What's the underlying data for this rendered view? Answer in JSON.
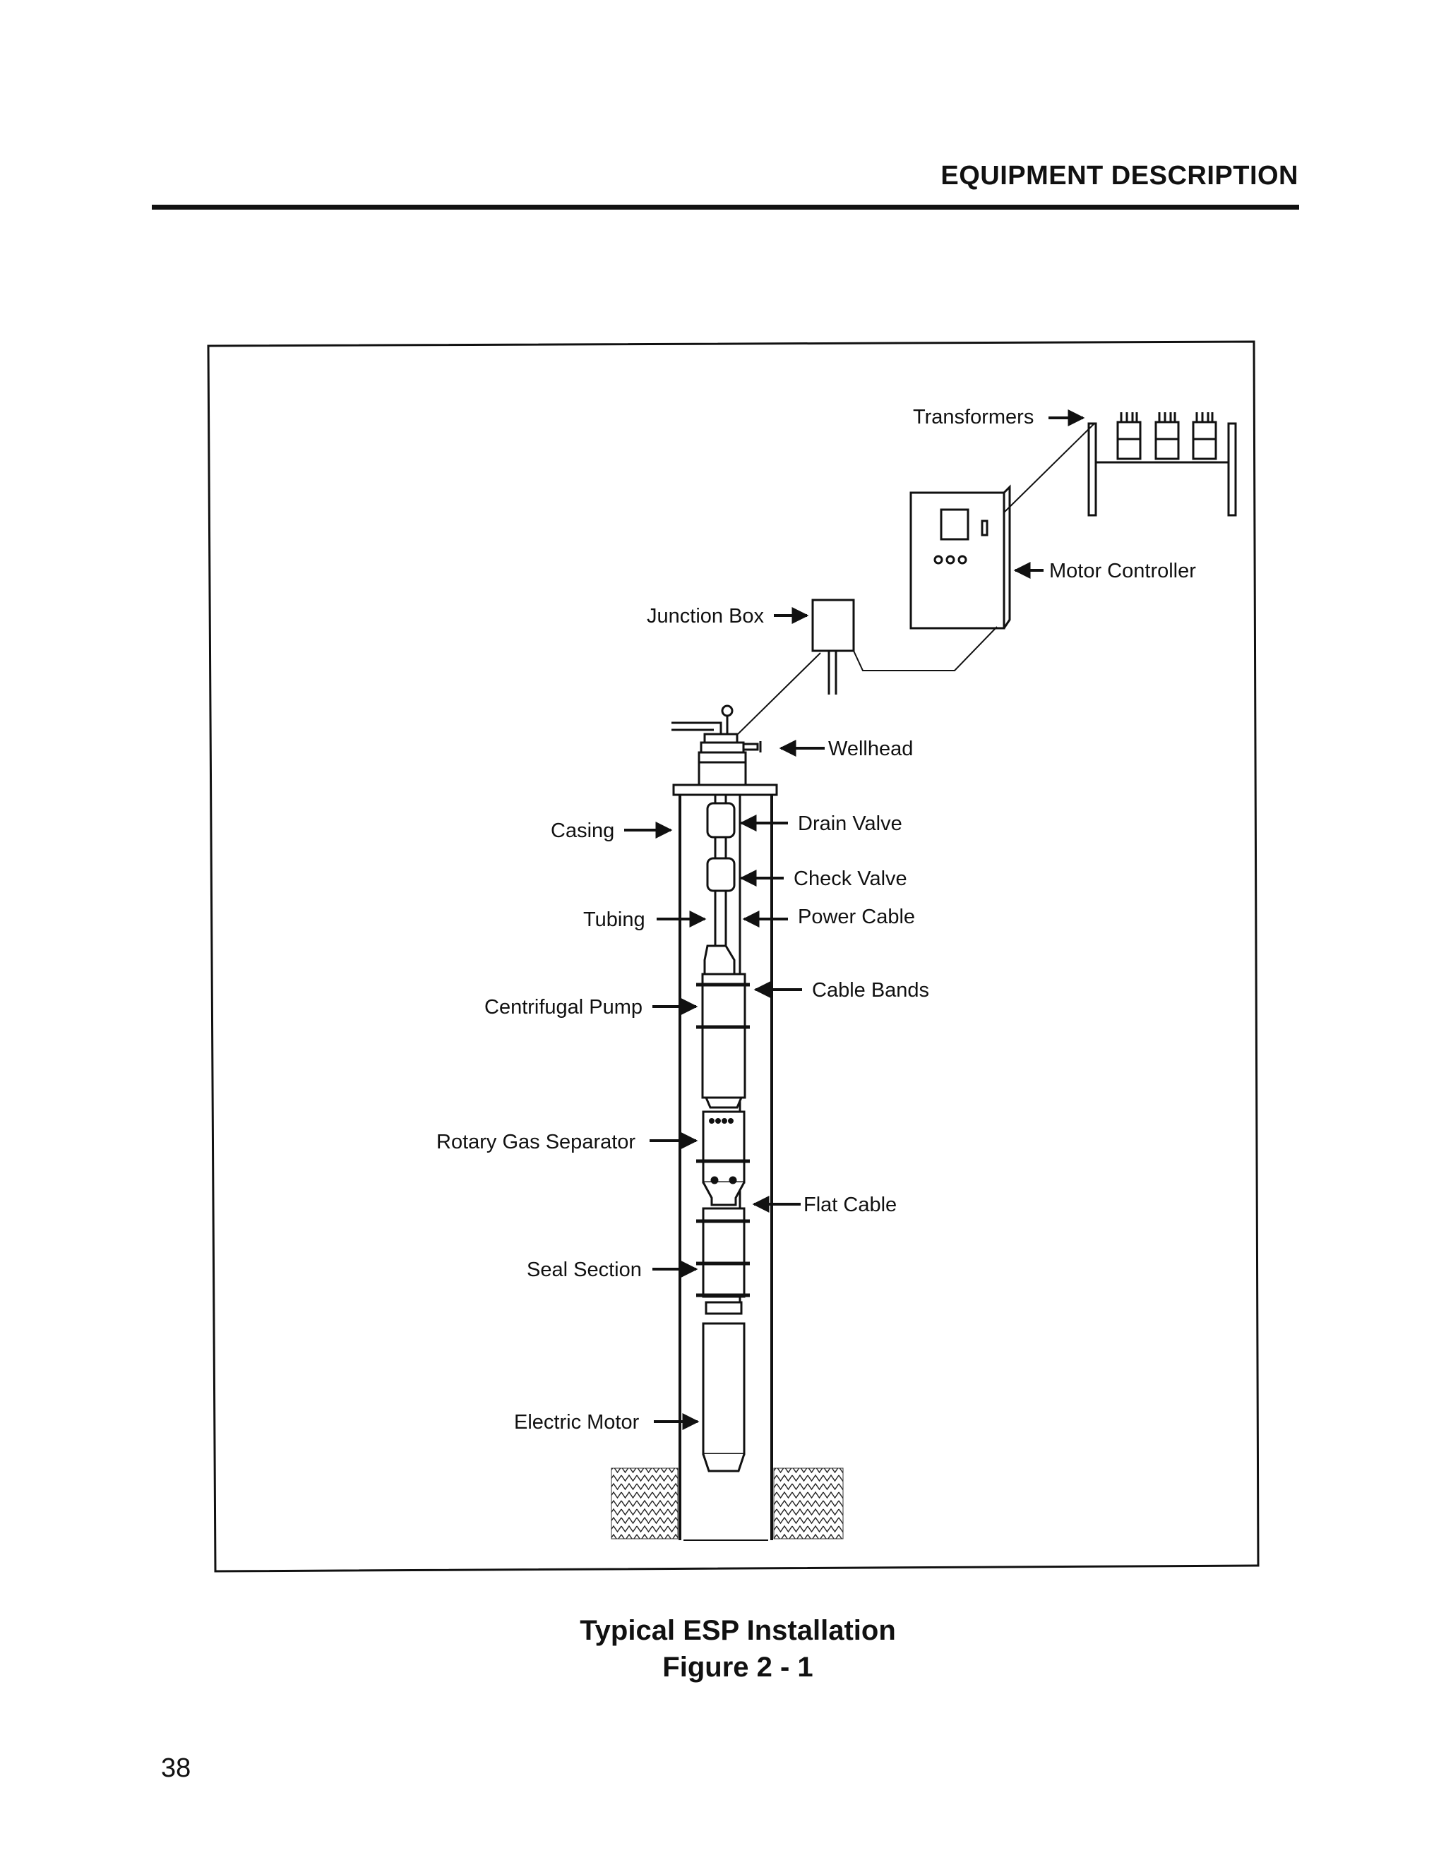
{
  "header": {
    "title": "EQUIPMENT DESCRIPTION"
  },
  "figure": {
    "labels": {
      "transformers": "Transformers",
      "motor_controller": "Motor Controller",
      "junction_box": "Junction Box",
      "wellhead": "Wellhead",
      "casing": "Casing",
      "drain_valve": "Drain Valve",
      "check_valve": "Check Valve",
      "tubing": "Tubing",
      "power_cable": "Power Cable",
      "centrifugal_pump": "Centrifugal Pump",
      "cable_bands": "Cable Bands",
      "rotary_gas_separator": "Rotary Gas Separator",
      "flat_cable": "Flat Cable",
      "seal_section": "Seal Section",
      "electric_motor": "Electric Motor"
    }
  },
  "caption": {
    "line1": "Typical ESP Installation",
    "line2": "Figure 2 - 1"
  },
  "footer": {
    "page_number": "38"
  }
}
